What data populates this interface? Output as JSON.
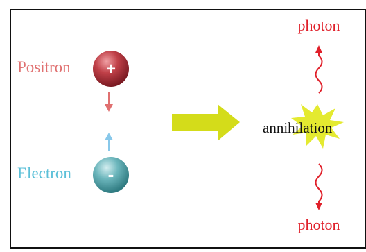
{
  "labels": {
    "positron": "Positron",
    "electron": "Electron",
    "photon_top": "photon",
    "photon_bottom": "photon",
    "annihilation": "annihilation"
  },
  "charges": {
    "positron": "+",
    "electron": "-"
  },
  "icons": {
    "positron_particle": "sphere-icon",
    "electron_particle": "sphere-icon",
    "down_arrow": "arrow-down-icon",
    "up_arrow": "arrow-up-icon",
    "reaction_arrow": "arrow-right-icon",
    "burst": "starburst-icon",
    "photon_wave": "wavy-arrow-icon"
  },
  "colors": {
    "positron_label": "#e07070",
    "positron_ball": "#a02830",
    "electron_label": "#5cc0d8",
    "electron_ball": "#5aa8ae",
    "photon": "#e0202a",
    "reaction_arrow": "#d4dc1a",
    "burst": "#e4ea30",
    "frame": "#111111"
  }
}
